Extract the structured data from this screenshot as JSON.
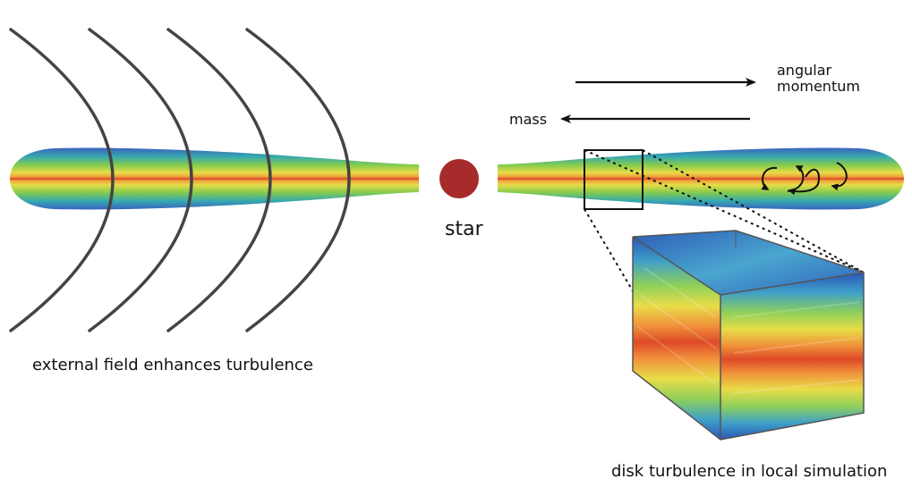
{
  "labels": {
    "external_field": "external field enhances turbulence",
    "star": "star",
    "angular_momentum_line1": "angular",
    "angular_momentum_line2": "momentum",
    "mass": "mass",
    "disk_turbulence": "disk turbulence in local simulation"
  },
  "colors": {
    "star": "#a82b2b",
    "field_lines": "#444444",
    "arrows": "#111111",
    "disk_gradient": [
      "#3a6fc4",
      "#38b4a8",
      "#8ccf4a",
      "#e8e04a",
      "#f0a23a",
      "#d94a2a"
    ],
    "sim_box_outline": "#555555"
  }
}
